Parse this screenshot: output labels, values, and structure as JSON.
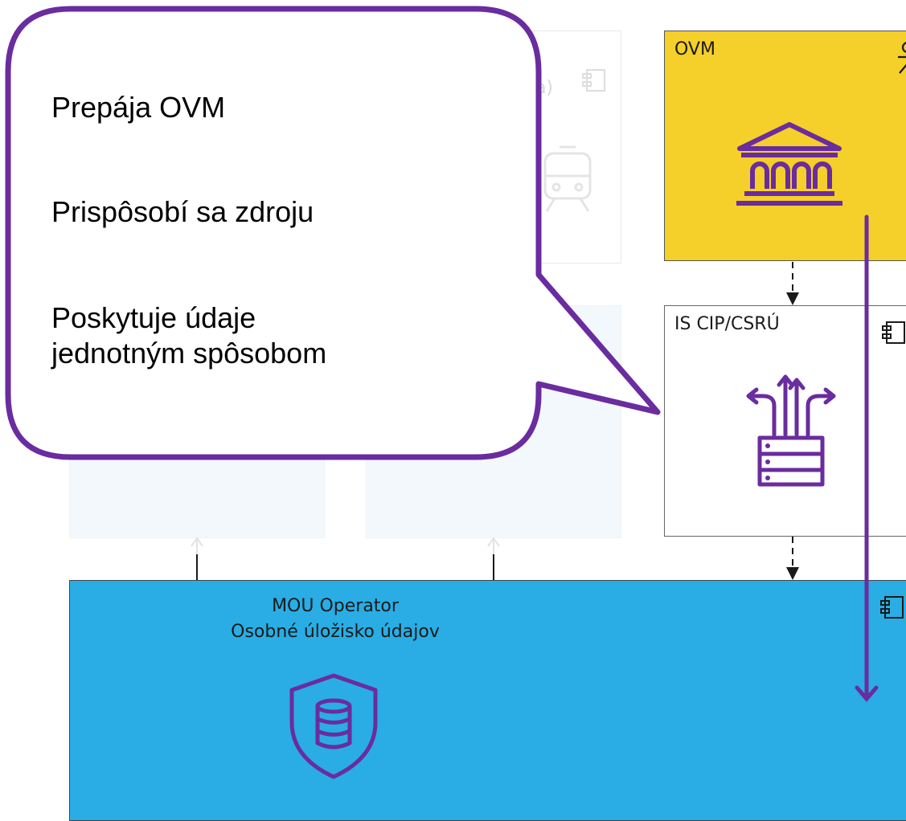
{
  "ovm": {
    "title": "OVM"
  },
  "is_cip": {
    "title": "IS CIP/CSRÚ"
  },
  "mou": {
    "line1": "MOU Operator",
    "line2": "Osobné úložisko údajov"
  },
  "faded": {
    "partial_text": "na)"
  },
  "callout": {
    "line1": "Prepája OVM",
    "line2": "Prispôsobí sa zdroju",
    "line3": "Poskytuje údaje",
    "line4": "jednotným spôsobom"
  },
  "colors": {
    "ovm": "#f5cf2a",
    "mou": "#29ade4",
    "accent": "#6a2c9e"
  },
  "icons": [
    "actor-icon",
    "component-icon",
    "bank-icon",
    "data-hub-icon",
    "database-shield-icon",
    "train-icon"
  ]
}
